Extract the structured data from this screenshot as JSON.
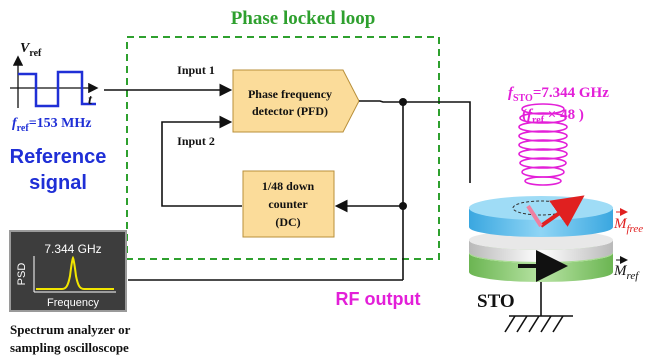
{
  "title": "Phase locked loop",
  "reference": {
    "v_symbol": "V",
    "v_sub": "ref",
    "t_symbol": "t",
    "f_symbol": "f",
    "f_sub": "ref",
    "f_value": "=153 MHz",
    "label_line1": "Reference",
    "label_line2": "signal"
  },
  "pll": {
    "input1": "Input 1",
    "input2": "Input 2",
    "pfd_line1": "Phase frequency",
    "pfd_line2": "detector (PFD)",
    "dc_line1": "1/48 down",
    "dc_line2": "counter",
    "dc_line3": "(DC)"
  },
  "output": {
    "fsto_symbol": "f",
    "fsto_sub": "STO",
    "fsto_value": "=7.344 GHz",
    "fref_open": "(",
    "fref_symbol": "f",
    "fref_sub": "ref",
    "fref_mult": " × 48 )",
    "rf_output": "RF output"
  },
  "spectrum": {
    "freq_label": "7.344 GHz",
    "y_label": "PSD",
    "x_label": "Frequency",
    "caption_line1": "Spectrum analyzer or",
    "caption_line2": "sampling oscilloscope"
  },
  "sto": {
    "label": "STO",
    "m_free_symbol": "M",
    "m_free_sub": "free",
    "m_ref_symbol": "M",
    "m_ref_sub": "ref"
  },
  "colors": {
    "title_green": "#2ea02e",
    "ref_blue": "#1f2fd6",
    "magenta": "#e31fd8",
    "box_fill": "#fbdc9a",
    "box_stroke": "#c9a24d",
    "screen_bg": "#3a3a3a",
    "trace_yellow": "#f2e600",
    "free_layer": "#6ec3ea",
    "ref_layer": "#8fcf75",
    "arrow_red": "#e02020",
    "free_arrow": "#f07fa0"
  }
}
